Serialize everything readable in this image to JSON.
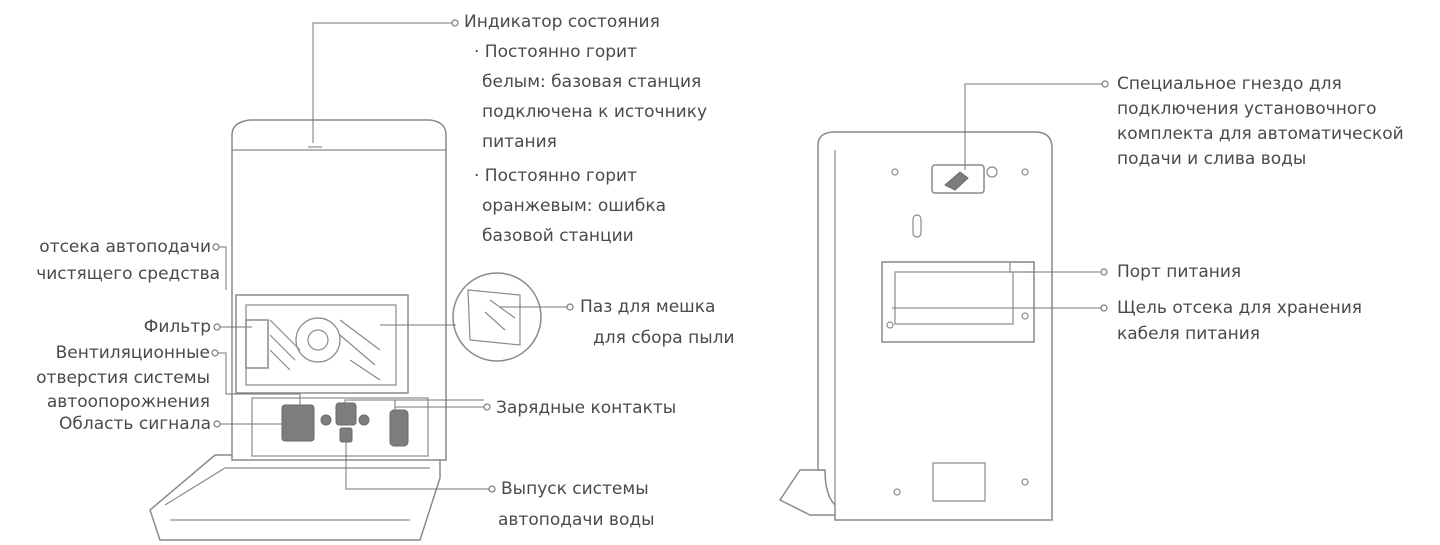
{
  "left": {
    "status_title": "Индикатор состояния",
    "status_white": [
      "· Постоянно горит",
      "белым: базовая станция",
      "подключена к источнику",
      "питания"
    ],
    "status_orange": [
      "· Постоянно горит",
      "оранжевым: ошибка",
      "базовой станции"
    ],
    "cleaner": [
      "отсека автоподачи",
      "чистящего средства"
    ],
    "filter": "Фильтр",
    "vents": [
      "Вентиляционные",
      "отверстия системы",
      "автоопорожнения"
    ],
    "signal": "Область сигнала",
    "dust_bag": [
      "Паз для мешка",
      "для сбора пыли"
    ],
    "contacts": "Зарядные контакты",
    "water_outlet": [
      "Выпуск системы",
      "автоподачи воды"
    ]
  },
  "right": {
    "socket": [
      "Специальное гнездо для",
      "подключения установочного",
      "комплекта для автоматической",
      "подачи и слива воды"
    ],
    "power_port": "Порт питания",
    "cable_slot": [
      "Щель отсека для хранения",
      "кабеля питания"
    ]
  }
}
